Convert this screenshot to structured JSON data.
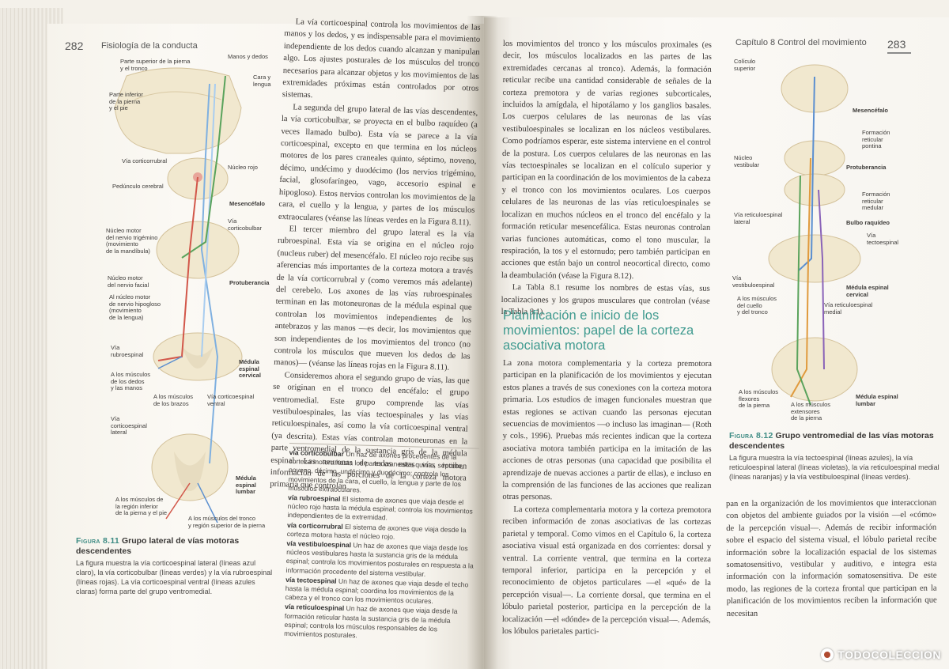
{
  "left_page": {
    "page_number": "282",
    "running_title": "Fisiología de la conducta",
    "figure": {
      "labels": {
        "top_leg": "Parte superior de la pierna\ny el tronco",
        "hands": "Manos y dedos",
        "face": "Cara y\nlengua",
        "lower_leg": "Parte inferior\nde la pierna\ny el pie",
        "corticorubral": "Vía corticorrubral",
        "red_nucleus": "Núcleo rojo",
        "peduncle": "Pedúnculo cerebral",
        "midbrain": "Mesencéfalo",
        "corticobulbar": "Vía\ncorticobulbar",
        "trigeminal": "Núcleo motor\ndel nervio trigémino\n(movimiento\nde la mandíbula)",
        "facial": "Núcleo motor\ndel nervio facial",
        "pons": "Protuberancia",
        "hypoglossal": "Al núcleo motor\nde nervio hipogloso\n(movimiento\nde la lengua)",
        "rubrospinal": "Vía\nrubroespinal",
        "fingers": "A los músculos\nde los dedos\ny las manos",
        "arms": "A los músculos\nde los brazos",
        "ventral_cs": "Vía corticoespinal\nventral",
        "cervical": "Médula\nespinal\ncervical",
        "lateral_cs": "Vía\ncorticoespinal\nlateral",
        "lumbar": "Médula\nespinal\nlumbar",
        "leg_foot": "A los músculos de\nla región inferior\nde la pierna y el pie",
        "trunk": "A los músculos del tronco\ny región superior de la pierna"
      }
    },
    "caption": {
      "label": "Figura 8.11",
      "title": "Grupo lateral de vías motoras descendentes",
      "body": "La figura muestra la vía corticoespinal lateral (líneas azul claro), la vía corticobulbar (líneas verdes) y la vía rubroespinal (líneas rojas). La vía corticoespinal ventral (líneas azules claras) forma parte del grupo ventromedial."
    },
    "column_text": [
      "La vía corticoespinal controla los movimientos de las manos y los dedos, y es indispensable para el movimiento independiente de los dedos cuando alcanzan y manipulan algo. Los ajustes posturales de los músculos del tronco necesarios para alcanzar objetos y los movimientos de las extremidades próximas están controlados por otros sistemas.",
      "La segunda del grupo lateral de las vías descendentes, la vía corticobulbar, se proyecta en el bulbo raquídeo (a veces llamado bulbo). Esta vía se parece a la vía corticoespinal, excepto en que termina en los núcleos motores de los pares craneales quinto, séptimo, noveno, décimo, undécimo y duodécimo (los nervios trigémino, facial, glosofaríngeo, vago, accesorio espinal e hipogloso). Estos nervios controlan los movimientos de la cara, el cuello y la lengua, y partes de los músculos extraoculares (véanse las líneas verdes en la Figura 8.11).",
      "El tercer miembro del grupo lateral es la vía rubroespinal. Esta vía se origina en el núcleo rojo (nucleus ruber) del mesencéfalo. El núcleo rojo recibe sus aferencias más importantes de la corteza motora a través de la vía corticorrubral y (como veremos más adelante) del cerebelo. Los axones de las vías rubroespinales terminan en las motoneuronas de la médula espinal que controlan los movimientos independientes de los antebrazos y las manos —es decir, los movimientos que son independientes de los movimientos del tronco (no controla los músculos que mueven los dedos de las manos)— (véanse las líneas rojas en la Figura 8.11).",
      "Consideremos ahora el segundo grupo de vías, las que se originan en el tronco del encéfalo: el grupo ventromedial. Este grupo comprende las vías vestibuloespinales, las vías tectoespinales y las vías reticuloespinales, así como la vía corticoespinal ventral (ya descrita). Estas vías controlan motoneuronas en la parte ventromedial de la sustancia gris de la médula espinal. Las neuronas de todas estas vías reciben información de las porciones de la corteza motora primaria que controlan"
    ],
    "glossary": [
      {
        "term": "vía corticobulbar",
        "text": "Un haz de axones procedentes de la corteza motora hasta los pares craneales quinto, séptimo, noveno, décimo, undécimo y duodécimo; controla los movimientos de la cara, el cuello, la lengua y parte de los músculos extraoculares."
      },
      {
        "term": "vía rubroespinal",
        "text": "El sistema de axones que viaja desde el núcleo rojo hasta la médula espinal; controla los movimientos independientes de la extremidad."
      },
      {
        "term": "vía corticorrubral",
        "text": "El sistema de axones que viaja desde la corteza motora hasta el núcleo rojo."
      },
      {
        "term": "vía vestibuloespinal",
        "text": "Un haz de axones que viaja desde los núcleos vestibulares hasta la sustancia gris de la médula espinal; controla los movimientos posturales en respuesta a la información procedente del sistema vestibular."
      },
      {
        "term": "vía tectoespinal",
        "text": "Un haz de axones que viaja desde el techo hasta la médula espinal; coordina los movimientos de la cabeza y el tronco con los movimientos oculares."
      },
      {
        "term": "vía reticuloespinal",
        "text": "Un haz de axones que viaja desde la formación reticular hasta la sustancia gris de la médula espinal; controla los músculos responsables de los movimientos posturales."
      }
    ]
  },
  "right_page": {
    "page_number": "283",
    "running_title": "Capítulo 8   Control del movimiento",
    "column_text_top": [
      "los movimientos del tronco y los músculos proximales (es decir, los músculos localizados en las partes de las extremidades cercanas al tronco). Además, la formación reticular recibe una cantidad considerable de señales de la corteza premotora y de varias regiones subcorticales, incluidos la amígdala, el hipotálamo y los ganglios basales. Los cuerpos celulares de las neuronas de las vías vestibuloespinales se localizan en los núcleos vestibulares. Como podríamos esperar, este sistema interviene en el control de la postura. Los cuerpos celulares de las neuronas en las vías tectoespinales se localizan en el colículo superior y participan en la coordinación de los movimientos de la cabeza y el tronco con los movimientos oculares. Los cuerpos celulares de las neuronas de las vías reticuloespinales se localizan en muchos núcleos en el tronco del encéfalo y la formación reticular mesencefálica. Estas neuronas controlan varias funciones automáticas, como el tono muscular, la respiración, la tos y el estornudo; pero también participan en acciones que están bajo un control neocortical directo, como la deambulación (véase la Figura 8.12).",
      "La Tabla 8.1 resume los nombres de estas vías, sus localizaciones y los grupos musculares que controlan (véase la Tabla 8.1)."
    ],
    "section_heading": "Planificación e inicio de los movimientos: papel de la corteza asociativa motora",
    "column_text_bottom": [
      "La zona motora complementaria y la corteza premotora participan en la planificación de los movimientos y ejecutan estos planes a través de sus conexiones con la corteza motora primaria. Los estudios de imagen funcionales muestran que estas regiones se activan cuando las personas ejecutan secuencias de movimientos —o incluso las imaginan— (Roth y cols., 1996). Pruebas más recientes indican que la corteza asociativa motora también participa en la imitación de las acciones de otras personas (una capacidad que posibilita el aprendizaje de nuevas acciones a partir de ellas), e incluso en la comprensión de las funciones de las acciones que realizan otras personas.",
      "La corteza complementaria motora y la corteza premotora reciben información de zonas asociativas de las cortezas parietal y temporal. Como vimos en el Capítulo 6, la corteza asociativa visual está organizada en dos corrientes: dorsal y ventral. La corriente ventral, que termina en la corteza temporal inferior, participa en la percepción y el reconocimiento de objetos particulares —el «qué» de la percepción visual—. La corriente dorsal, que termina en el lóbulo parietal posterior, participa en la percepción de la localización —el «dónde» de la percepción visual—. Además, los lóbulos parietales partici-"
    ],
    "column_text_right": [
      "pan en la organización de los movimientos que interaccionan con objetos del ambiente guiados por la visión —el «cómo» de la percepción visual—. Además de recibir información sobre el espacio del sistema visual, el lóbulo parietal recibe información sobre la localización espacial de los sistemas somatosensitivo, vestibular y auditivo, e integra esta información con la información somatosensitiva. De este modo, las regiones de la corteza frontal que participan en la planificación de los movimientos reciben la información que necesitan"
    ],
    "figure": {
      "labels": {
        "colliculus": "Colículo\nsuperior",
        "midbrain": "Mesencéfalo",
        "pontine_rf": "Formación\nreticular\npontina",
        "vestibular_nucleus": "Núcleo\nvestibular",
        "pons": "Protuberancia",
        "medullary_rf": "Formación\nreticular\nmedular",
        "lat_reticulospinal": "Vía reticuloespinal\nlateral",
        "medulla": "Bulbo raquídeo",
        "tectospinal": "Vía\ntectoespinal",
        "vestibulospinal": "Vía\nvestibuloespinal",
        "neck_trunk": "A los músculos\ndel cuello\ny del tronco",
        "cervical": "Médula espinal\ncervical",
        "med_reticulospinal": "Vía reticuloespinal\nmedial",
        "flexors": "A los músculos\nflexores\nde la pierna",
        "extensors": "A los músculos\nextensores\nde la pierna",
        "lumbar": "Médula espinal\nlumbar"
      }
    },
    "caption": {
      "label": "Figura 8.12",
      "title": "Grupo ventromedial de las vías motoras descendentes",
      "body": "La figura muestra la vía tectoespinal (líneas azules), la vía reticuloespinal lateral (líneas violetas), la vía reticuloespinal medial (líneas naranjas) y la vía vestibuloespinal (líneas verdes)."
    }
  },
  "watermark": {
    "text": "TODOCOLECCION"
  },
  "colors": {
    "heading_teal": "#3f9a8f",
    "tract_blue": "#5b8fd0",
    "tract_red": "#d2574a",
    "tract_green": "#5aa35c",
    "tract_purple": "#8a63b8",
    "tract_orange": "#e09a3d",
    "brain_tissue": "#f1e8cf"
  }
}
